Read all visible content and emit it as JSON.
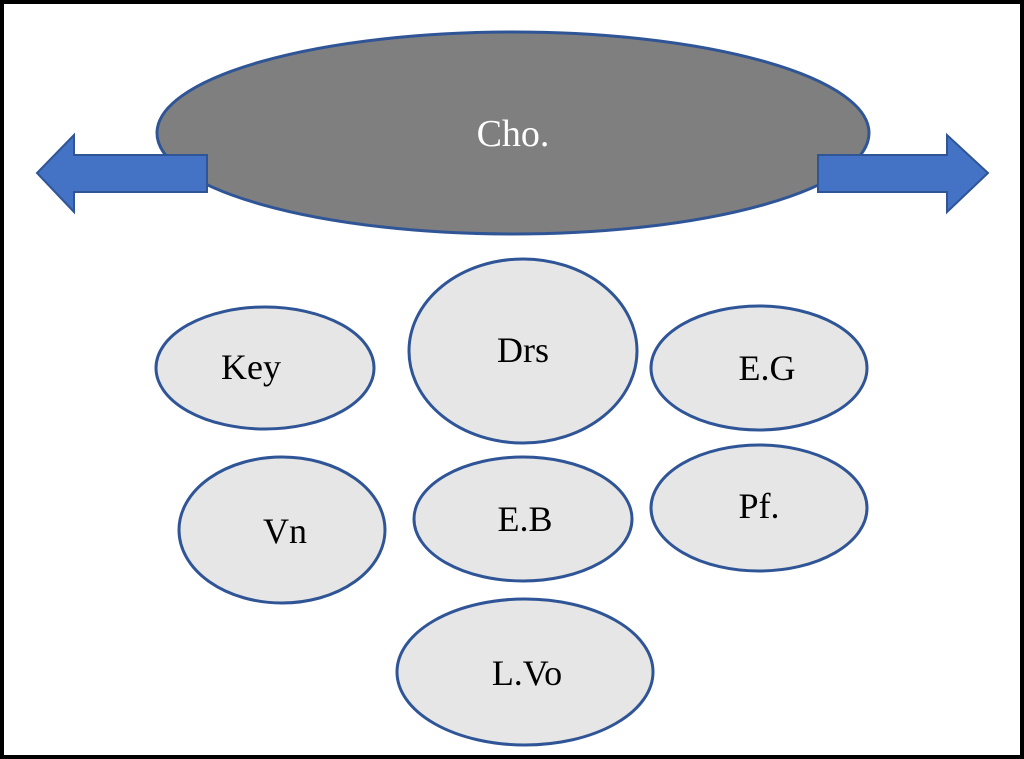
{
  "colors": {
    "frame": "#000000",
    "choir_fill": "#7f7f7f",
    "instrument_fill": "#e6e6e6",
    "outline": "#2f5597",
    "arrow_fill": "#4472c4",
    "choir_text": "#ffffff",
    "instrument_text": "#000000"
  },
  "choir": {
    "label": "Cho."
  },
  "arrows": {
    "left": "arrow-left",
    "right": "arrow-right"
  },
  "instruments": {
    "keyboard": "Key",
    "drums": "Drs",
    "electric_guitar": "E.G",
    "violin": "Vn",
    "electric_bass": "E.B",
    "piano": "Pf.",
    "lead_vocal": "L.Vo"
  }
}
